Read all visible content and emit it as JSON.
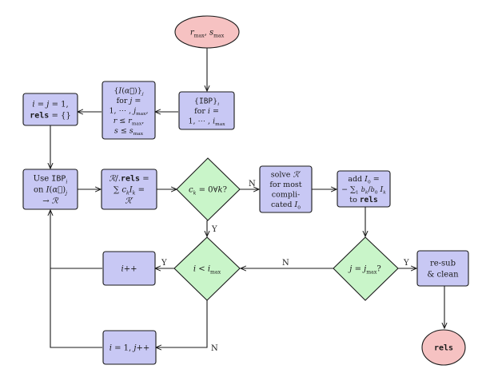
{
  "colors": {
    "process_fill": "#c8c8f4",
    "decision_fill": "#c9f5c9",
    "terminal_fill": "#f6c2c2",
    "stroke": "#1a1a1a"
  },
  "nodes": {
    "start": {
      "lines": [
        [
          {
            "t": "r",
            "cls": "it"
          },
          {
            "t": "max",
            "cls": "sub"
          },
          {
            "t": ", "
          },
          {
            "t": "s",
            "cls": "it"
          },
          {
            "t": "max",
            "cls": "sub"
          }
        ]
      ]
    },
    "ibp": {
      "lines": [
        [
          {
            "t": "{"
          },
          {
            "t": "IBP",
            "cls": "mono"
          },
          {
            "t": "}"
          },
          {
            "t": "i",
            "cls": "it sub"
          }
        ],
        [
          {
            "t": "for "
          },
          {
            "t": "i",
            "cls": "it"
          },
          {
            "t": " ="
          }
        ],
        [
          {
            "t": "1, ⋯ , "
          },
          {
            "t": "i",
            "cls": "it"
          },
          {
            "t": "max",
            "cls": "sub"
          }
        ]
      ]
    },
    "ints": {
      "lines": [
        [
          {
            "t": "{"
          },
          {
            "t": "I",
            "cls": "it"
          },
          {
            "t": "("
          },
          {
            "t": "α⃗",
            "cls": "it"
          },
          {
            "t": ")}"
          },
          {
            "t": "j",
            "cls": "it sub"
          }
        ],
        [
          {
            "t": "for "
          },
          {
            "t": "j",
            "cls": "it"
          },
          {
            "t": " ="
          }
        ],
        [
          {
            "t": "1, ⋯ , "
          },
          {
            "t": "j",
            "cls": "it"
          },
          {
            "t": "max",
            "cls": "sub"
          },
          {
            "t": ","
          }
        ],
        [
          {
            "t": "r",
            "cls": "it"
          },
          {
            "t": " ≤ "
          },
          {
            "t": "r",
            "cls": "it"
          },
          {
            "t": "max",
            "cls": "sub"
          },
          {
            "t": ","
          }
        ],
        [
          {
            "t": "s",
            "cls": "it"
          },
          {
            "t": " ≤ "
          },
          {
            "t": "s",
            "cls": "it"
          },
          {
            "t": "max",
            "cls": "sub"
          }
        ]
      ]
    },
    "init": {
      "lines": [
        [
          {
            "t": "i",
            "cls": "it"
          },
          {
            "t": " = "
          },
          {
            "t": "j",
            "cls": "it"
          },
          {
            "t": " = 1,"
          }
        ],
        [
          {
            "t": "rels",
            "cls": "mono bold"
          },
          {
            "t": " = {}"
          }
        ]
      ]
    },
    "use": {
      "lines": [
        [
          {
            "t": "Use "
          },
          {
            "t": "IBP",
            "cls": "mono"
          },
          {
            "t": "i",
            "cls": "it sub"
          }
        ],
        [
          {
            "t": "on "
          },
          {
            "t": "I",
            "cls": "it"
          },
          {
            "t": "("
          },
          {
            "t": "α⃗",
            "cls": "it"
          },
          {
            "t": ")"
          },
          {
            "t": "j",
            "cls": "it sub"
          }
        ],
        [
          {
            "t": "→ "
          },
          {
            "t": "ℛ",
            "cls": "it"
          }
        ]
      ]
    },
    "rel": {
      "lines": [
        [
          {
            "t": "ℛ",
            "cls": "it"
          },
          {
            "t": "/."
          },
          {
            "t": "rels",
            "cls": "mono bold"
          },
          {
            "t": " ="
          }
        ],
        [
          {
            "t": "∑ "
          },
          {
            "t": "c",
            "cls": "it"
          },
          {
            "t": "k",
            "cls": "it sub"
          },
          {
            "t": "I",
            "cls": "it"
          },
          {
            "t": "k",
            "cls": "it sub"
          },
          {
            "t": " ="
          }
        ],
        [
          {
            "t": "ℛ′",
            "cls": "it"
          }
        ]
      ]
    },
    "dec_ck": {
      "lines": [
        [
          {
            "t": "c",
            "cls": "it"
          },
          {
            "t": "k",
            "cls": "it sub"
          },
          {
            "t": " = 0∀"
          },
          {
            "t": "k",
            "cls": "it"
          },
          {
            "t": "?"
          }
        ]
      ]
    },
    "solve": {
      "lines": [
        [
          {
            "t": "solve "
          },
          {
            "t": "ℛ′",
            "cls": "it"
          }
        ],
        [
          {
            "t": "for most"
          }
        ],
        [
          {
            "t": "compli-"
          }
        ],
        [
          {
            "t": "cated "
          },
          {
            "t": "I",
            "cls": "it"
          },
          {
            "t": "0",
            "cls": "sub"
          }
        ]
      ]
    },
    "add": {
      "lines": [
        [
          {
            "t": "add "
          },
          {
            "t": "I",
            "cls": "it"
          },
          {
            "t": "0",
            "cls": "sub"
          },
          {
            "t": " ="
          }
        ],
        [
          {
            "t": "− ∑"
          },
          {
            "t": "1",
            "cls": "sub"
          },
          {
            "t": " "
          },
          {
            "t": "b",
            "cls": "it sm"
          },
          {
            "t": "k",
            "cls": "it sub"
          },
          {
            "t": "/"
          },
          {
            "t": "b",
            "cls": "it sm"
          },
          {
            "t": "0",
            "cls": "sub"
          },
          {
            "t": " "
          },
          {
            "t": "I",
            "cls": "it"
          },
          {
            "t": "k",
            "cls": "it sub"
          }
        ],
        [
          {
            "t": "to "
          },
          {
            "t": "rels",
            "cls": "mono bold"
          }
        ]
      ]
    },
    "dec_i": {
      "lines": [
        [
          {
            "t": "i",
            "cls": "it"
          },
          {
            "t": " < "
          },
          {
            "t": "i",
            "cls": "it"
          },
          {
            "t": "max",
            "cls": "sub"
          }
        ]
      ]
    },
    "dec_j": {
      "lines": [
        [
          {
            "t": "j",
            "cls": "it"
          },
          {
            "t": " = "
          },
          {
            "t": "j",
            "cls": "it"
          },
          {
            "t": "max",
            "cls": "sub"
          },
          {
            "t": "?"
          }
        ]
      ]
    },
    "inc_i": {
      "lines": [
        [
          {
            "t": "i",
            "cls": "it"
          },
          {
            "t": "++"
          }
        ]
      ]
    },
    "reset": {
      "lines": [
        [
          {
            "t": "i",
            "cls": "it"
          },
          {
            "t": " = 1, "
          },
          {
            "t": "j",
            "cls": "it"
          },
          {
            "t": "++"
          }
        ]
      ]
    },
    "resub": {
      "lines": [
        [
          {
            "t": "re-sub"
          }
        ],
        [
          {
            "t": "& clean"
          }
        ]
      ]
    },
    "end": {
      "lines": [
        [
          {
            "t": "rels",
            "cls": "mono bold"
          }
        ]
      ]
    }
  },
  "edge_labels": {
    "ck_no": "N",
    "ck_yes": "Y",
    "i_yes": "Y",
    "i_no": "N",
    "j_yes": "Y",
    "j_no": "N"
  }
}
